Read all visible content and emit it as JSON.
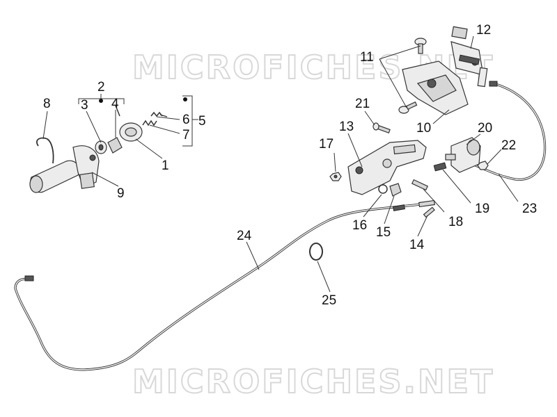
{
  "watermarks": [
    "MICROFICHES.NET",
    "MICROFICHES.NET"
  ],
  "callouts": [
    "1",
    "2",
    "3",
    "4",
    "5",
    "6",
    "7",
    "8",
    "9",
    "10",
    "11",
    "12",
    "13",
    "14",
    "15",
    "16",
    "17",
    "18",
    "19",
    "20",
    "21",
    "22",
    "23",
    "24",
    "25"
  ]
}
